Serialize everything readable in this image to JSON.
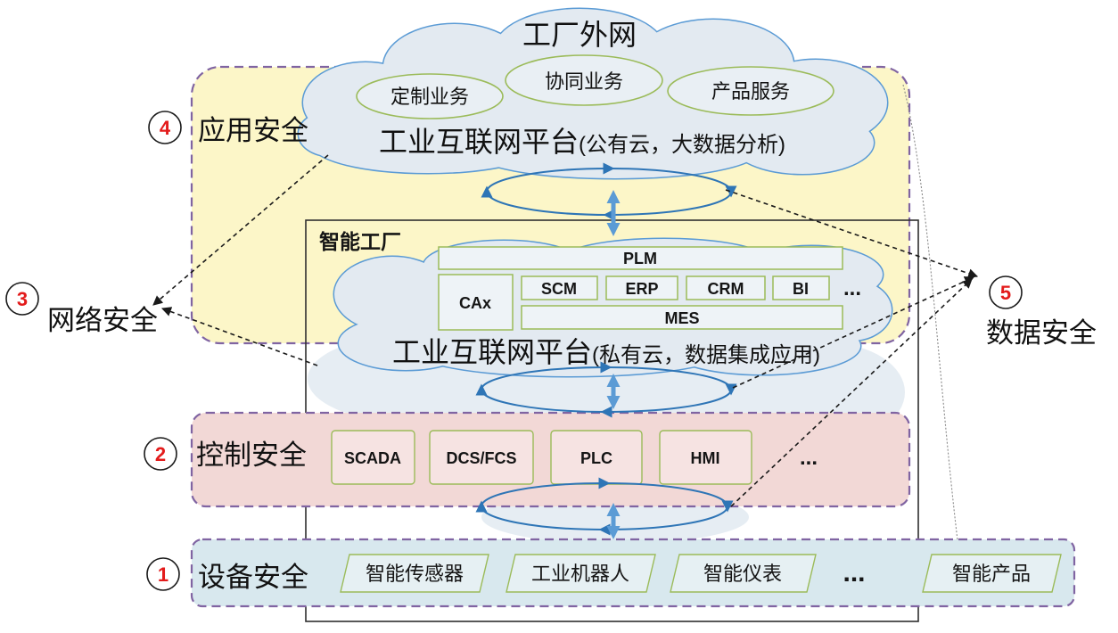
{
  "external_network": {
    "title": "工厂外网"
  },
  "public_platform": {
    "name": "工业互联网平台",
    "note": "(公有云，大数据分析)",
    "services": [
      "定制业务",
      "协同业务",
      "产品服务"
    ]
  },
  "smart_factory": {
    "label": "智能工厂"
  },
  "private_platform": {
    "name": "工业互联网平台",
    "note": "(私有云，数据集成应用)",
    "plm": "PLM",
    "cax": "CAx",
    "apps": [
      "SCM",
      "ERP",
      "CRM",
      "BI"
    ],
    "apps_more": "...",
    "mes": "MES"
  },
  "control_layer": {
    "items": [
      "SCADA",
      "DCS/FCS",
      "PLC",
      "HMI"
    ],
    "more": "..."
  },
  "device_layer": {
    "items": [
      "智能传感器",
      "工业机器人",
      "智能仪表"
    ],
    "more": "...",
    "product": "智能产品"
  },
  "security": {
    "device": {
      "number": "1",
      "label": "设备安全"
    },
    "control": {
      "number": "2",
      "label": "控制安全"
    },
    "network": {
      "number": "3",
      "label": "网络安全"
    },
    "application": {
      "number": "4",
      "label": "应用安全"
    },
    "data": {
      "number": "5",
      "label": "数据安全"
    }
  },
  "colors": {
    "application_zone": "#fcf6c8",
    "control_zone": "#f2d8d6",
    "device_zone": "#d8e8ee",
    "zone_border": "#8064a2",
    "cloud_fill": "#e3eaf1",
    "cloud_outline": "#5b9bd5",
    "box_border": "#9bbb59",
    "flow_arrow": "#2e75b6",
    "number_text": "#e31b1b"
  }
}
